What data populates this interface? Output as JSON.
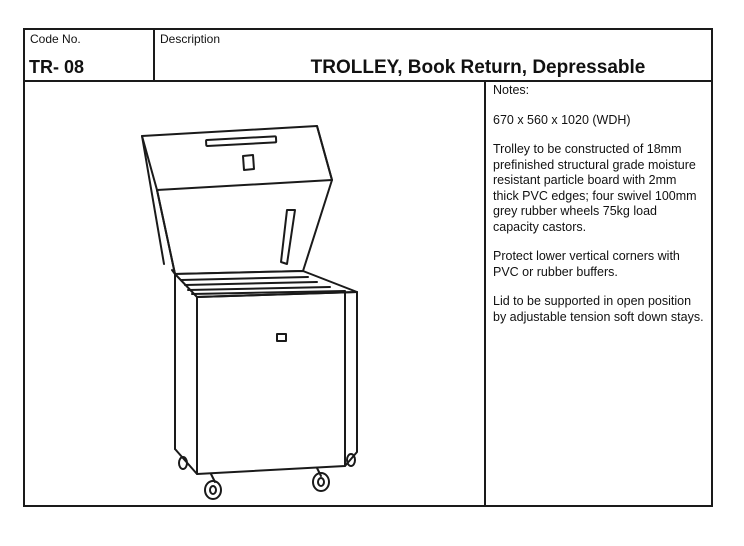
{
  "header": {
    "code_label": "Code No.",
    "code_value": "TR- 08",
    "desc_label": "Description",
    "title": "TROLLEY, Book Return, Depressable"
  },
  "notes": {
    "label": "Notes:",
    "paragraphs": [
      "670 x 560 x 1020 (WDH)",
      "Trolley to be constructed of 18mm prefinished structural grade moisture resistant particle board with 2mm thick PVC edges;  four swivel 100mm grey rubber wheels 75kg load capacity castors.",
      "Protect lower vertical corners with PVC or rubber buffers.",
      "Lid to be supported in open position by adjustable tension soft down stays."
    ]
  },
  "drawing": {
    "icon": "book-return-trolley-illustration"
  }
}
